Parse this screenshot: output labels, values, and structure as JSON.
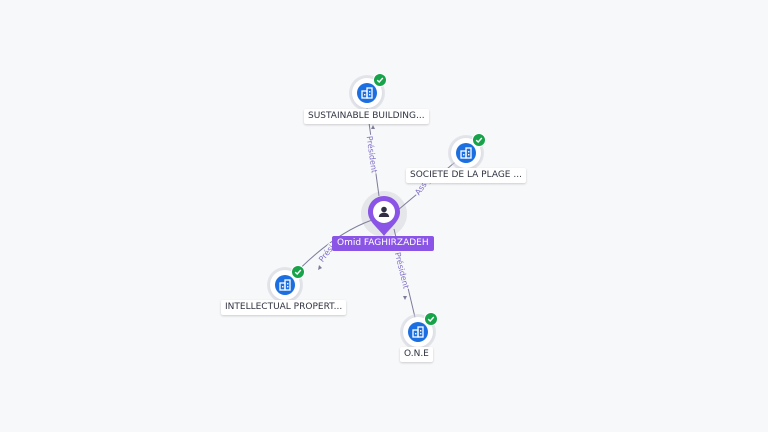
{
  "center_person": {
    "name": "Omid FAGHIRZADEH",
    "icon": "person-icon",
    "color": "#8a55e6"
  },
  "companies": [
    {
      "name": "SUSTAINABLE BUILDING...",
      "icon": "building-icon",
      "verified_icon": "check-icon"
    },
    {
      "name": "SOCIETE DE LA PLAGE ...",
      "icon": "building-icon",
      "verified_icon": "check-icon"
    },
    {
      "name": "INTELLECTUAL PROPERT...",
      "icon": "building-icon",
      "verified_icon": "check-icon"
    },
    {
      "name": "O.N.E",
      "icon": "building-icon",
      "verified_icon": "check-icon"
    }
  ],
  "edges": [
    {
      "label": "Président"
    },
    {
      "label": "Asso"
    },
    {
      "label": "Prési"
    },
    {
      "label": "Président"
    }
  ],
  "colors": {
    "company": "#1c6fe0",
    "verified": "#17a34a",
    "edge_label": "#7f6fc9"
  }
}
